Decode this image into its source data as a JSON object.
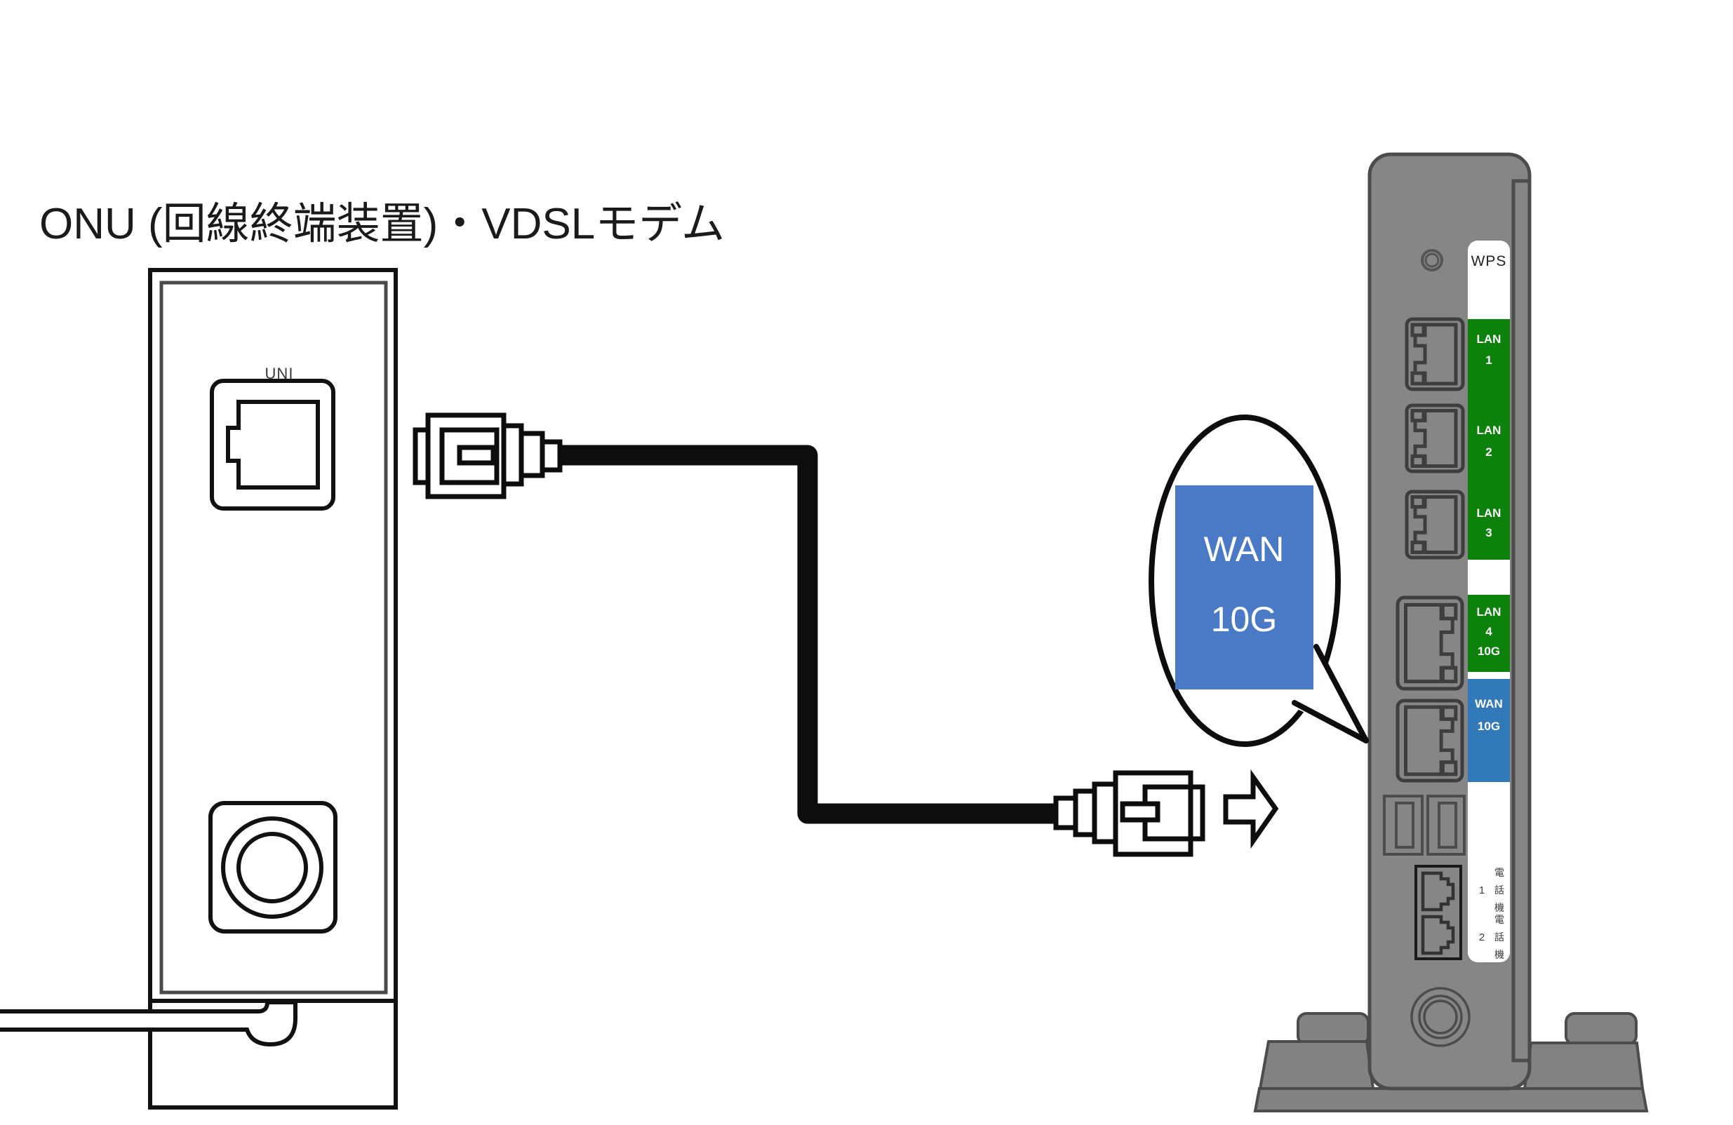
{
  "title": "ONU (回線終端装置)・VDSLモデム",
  "colors": {
    "lan_green": "#0c810c",
    "wan_blue": "#3279b9",
    "balloon_blue": "#4a7ac5",
    "body_gray": "#868686",
    "stand_gray": "#828282",
    "outline_gray": "#4c4c4c",
    "cable_black": "#0d0d0d"
  },
  "onu": {
    "uni_label": "UNI"
  },
  "balloon": {
    "line1": "WAN",
    "line2": "10G"
  },
  "router": {
    "wps": "WPS",
    "strip": {
      "lan1": [
        "LAN",
        "1"
      ],
      "lan2": [
        "LAN",
        "2"
      ],
      "lan3": [
        "LAN",
        "3"
      ],
      "lan4": [
        "LAN",
        "4",
        "10G"
      ],
      "wan": [
        "WAN",
        "10G"
      ]
    },
    "phone": {
      "group1": {
        "num": "1",
        "chars": [
          "電",
          "話",
          "機"
        ]
      },
      "group2": {
        "num": "2",
        "chars": [
          "電",
          "話",
          "機"
        ]
      }
    }
  }
}
